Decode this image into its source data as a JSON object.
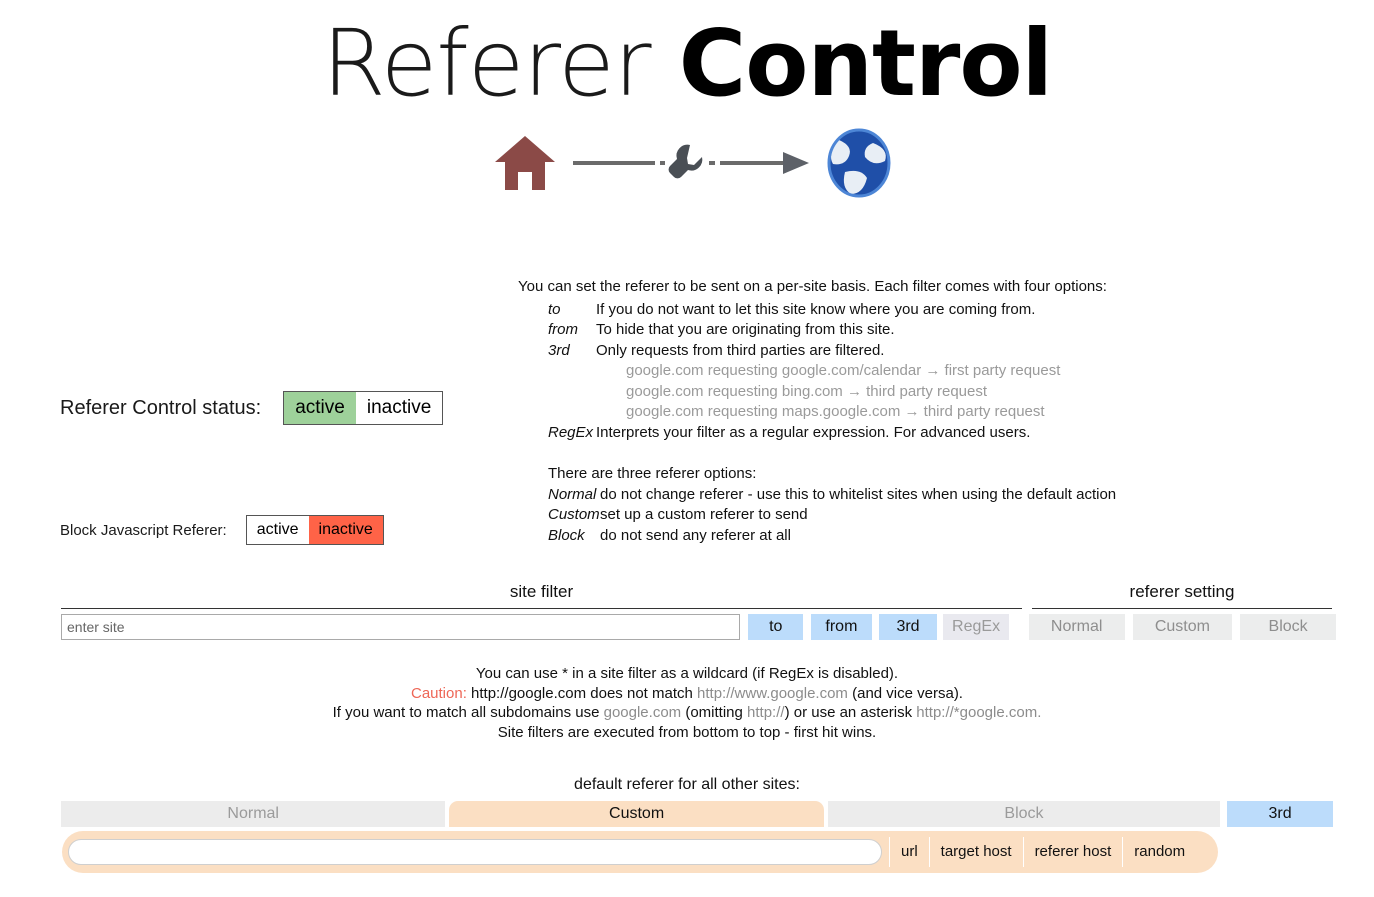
{
  "header": {
    "title_light": "Referer ",
    "title_bold": "Control",
    "logo_icons": [
      "home-icon",
      "wrench-icon",
      "arrow-icon",
      "globe-icon"
    ]
  },
  "status": {
    "referer_control": {
      "label": "Referer Control status:",
      "options": [
        "active",
        "inactive"
      ],
      "selected": "active"
    },
    "block_js": {
      "label": "Block Javascript Referer:",
      "options": [
        "active",
        "inactive"
      ],
      "selected": "inactive"
    }
  },
  "explain": {
    "lead": "You can set the referer to be sent on a per-site basis. Each filter comes with four options:",
    "filter_options": [
      {
        "term": "to",
        "desc": "If you do not want to let this site know where you are coming from."
      },
      {
        "term": "from",
        "desc": "To hide that you are originating from this site."
      },
      {
        "term": "3rd",
        "desc": "Only requests from third parties are filtered."
      },
      {
        "term": "RegEx",
        "desc": "Interprets your filter as a regular expression. For advanced users."
      }
    ],
    "third_party_examples": [
      "google.com requesting google.com/calendar → first party request",
      "google.com requesting bing.com → third party request",
      "google.com requesting maps.google.com → third party request"
    ],
    "referer_heading": "There are three referer options:",
    "referer_options": [
      {
        "term": "Normal",
        "desc": "do not change referer - use this to whitelist sites when using the default action"
      },
      {
        "term": "Custom",
        "desc": "set up a custom referer to send"
      },
      {
        "term": "Block",
        "desc": "do not send any referer at all"
      }
    ]
  },
  "filter_section": {
    "site_filter_header": "site filter",
    "referer_setting_header": "referer setting",
    "site_input_placeholder": "enter site",
    "site_input_value": "",
    "filter_buttons": [
      {
        "label": "to",
        "state": "enabled"
      },
      {
        "label": "from",
        "state": "enabled"
      },
      {
        "label": "3rd",
        "state": "enabled"
      },
      {
        "label": "RegEx",
        "state": "disabled"
      }
    ],
    "referer_buttons": [
      {
        "label": "Normal",
        "state": "disabled"
      },
      {
        "label": "Custom",
        "state": "disabled"
      },
      {
        "label": "Block",
        "state": "disabled"
      }
    ]
  },
  "hints": {
    "line1": "You can use * in a site filter as a wildcard (if RegEx is disabled).",
    "line2_caution": "Caution:",
    "line2_a": " http://google.com does not match ",
    "line2_b": "http://www.google.com",
    "line2_c": " (and vice versa).",
    "line3_a": "If you want to match all subdomains use ",
    "line3_b": "google.com",
    "line3_c": " (omitting ",
    "line3_d": "http://",
    "line3_e": ") or use an asterisk ",
    "line3_f": "http://*google.com.",
    "line4": "Site filters are executed from bottom to top - first hit wins."
  },
  "default_referer": {
    "title": "default referer for all other sites:",
    "tabs": [
      {
        "label": "Normal",
        "state": "inactive"
      },
      {
        "label": "Custom",
        "state": "active"
      },
      {
        "label": "Block",
        "state": "inactive"
      },
      {
        "label": "3rd",
        "state": "highlighted"
      }
    ],
    "custom_input_value": "",
    "custom_buttons": [
      "url",
      "target host",
      "referer host",
      "random"
    ]
  },
  "colors": {
    "active_green": "#9ed19a",
    "inactive_red": "#ff6347",
    "button_blue": "#bcdcfb",
    "button_grey": "#eceded",
    "custom_peach": "#fbdfc3",
    "caution_red": "#ee6656",
    "muted_grey": "#8c8c8c"
  }
}
